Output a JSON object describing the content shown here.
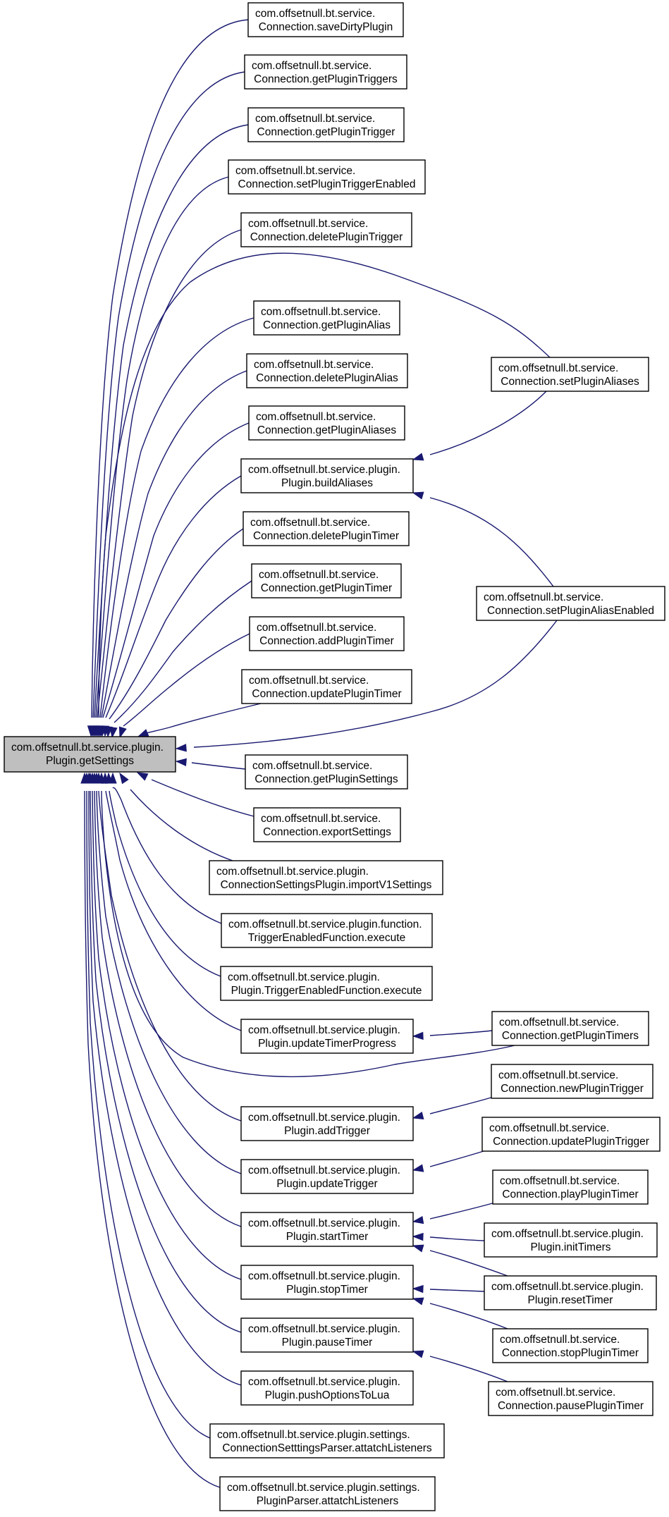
{
  "graph": {
    "root": {
      "id": "getSettings",
      "lines": [
        "com.offsetnull.bt.service.plugin.",
        "Plugin.getSettings"
      ]
    },
    "nodes": [
      {
        "id": "saveDirtyPlugin",
        "lines": [
          "com.offsetnull.bt.service.",
          "Connection.saveDirtyPlugin"
        ]
      },
      {
        "id": "getPluginTriggers",
        "lines": [
          "com.offsetnull.bt.service.",
          "Connection.getPluginTriggers"
        ]
      },
      {
        "id": "getPluginTrigger",
        "lines": [
          "com.offsetnull.bt.service.",
          "Connection.getPluginTrigger"
        ]
      },
      {
        "id": "setPluginTriggerEnabled",
        "lines": [
          "com.offsetnull.bt.service.",
          "Connection.setPluginTriggerEnabled"
        ]
      },
      {
        "id": "deletePluginTrigger",
        "lines": [
          "com.offsetnull.bt.service.",
          "Connection.deletePluginTrigger"
        ]
      },
      {
        "id": "getPluginAlias",
        "lines": [
          "com.offsetnull.bt.service.",
          "Connection.getPluginAlias"
        ]
      },
      {
        "id": "deletePluginAlias",
        "lines": [
          "com.offsetnull.bt.service.",
          "Connection.deletePluginAlias"
        ]
      },
      {
        "id": "getPluginAliases",
        "lines": [
          "com.offsetnull.bt.service.",
          "Connection.getPluginAliases"
        ]
      },
      {
        "id": "buildAliases",
        "lines": [
          "com.offsetnull.bt.service.plugin.",
          "Plugin.buildAliases"
        ]
      },
      {
        "id": "deletePluginTimer",
        "lines": [
          "com.offsetnull.bt.service.",
          "Connection.deletePluginTimer"
        ]
      },
      {
        "id": "getPluginTimer",
        "lines": [
          "com.offsetnull.bt.service.",
          "Connection.getPluginTimer"
        ]
      },
      {
        "id": "addPluginTimer",
        "lines": [
          "com.offsetnull.bt.service.",
          "Connection.addPluginTimer"
        ]
      },
      {
        "id": "updatePluginTimer",
        "lines": [
          "com.offsetnull.bt.service.",
          "Connection.updatePluginTimer"
        ]
      },
      {
        "id": "getPluginSettings",
        "lines": [
          "com.offsetnull.bt.service.",
          "Connection.getPluginSettings"
        ]
      },
      {
        "id": "exportSettings",
        "lines": [
          "com.offsetnull.bt.service.",
          "Connection.exportSettings"
        ]
      },
      {
        "id": "importV1Settings",
        "lines": [
          "com.offsetnull.bt.service.plugin.",
          "ConnectionSettingsPlugin.importV1Settings"
        ]
      },
      {
        "id": "triggerEnabledFunctionExecute",
        "lines": [
          "com.offsetnull.bt.service.plugin.function.",
          "TriggerEnabledFunction.execute"
        ]
      },
      {
        "id": "pluginTriggerEnabledFunctionExecute",
        "lines": [
          "com.offsetnull.bt.service.plugin.",
          "Plugin.TriggerEnabledFunction.execute"
        ]
      },
      {
        "id": "updateTimerProgress",
        "lines": [
          "com.offsetnull.bt.service.plugin.",
          "Plugin.updateTimerProgress"
        ]
      },
      {
        "id": "addTrigger",
        "lines": [
          "com.offsetnull.bt.service.plugin.",
          "Plugin.addTrigger"
        ]
      },
      {
        "id": "updateTrigger",
        "lines": [
          "com.offsetnull.bt.service.plugin.",
          "Plugin.updateTrigger"
        ]
      },
      {
        "id": "startTimer",
        "lines": [
          "com.offsetnull.bt.service.plugin.",
          "Plugin.startTimer"
        ]
      },
      {
        "id": "stopTimer",
        "lines": [
          "com.offsetnull.bt.service.plugin.",
          "Plugin.stopTimer"
        ]
      },
      {
        "id": "pauseTimer",
        "lines": [
          "com.offsetnull.bt.service.plugin.",
          "Plugin.pauseTimer"
        ]
      },
      {
        "id": "pushOptionsToLua",
        "lines": [
          "com.offsetnull.bt.service.plugin.",
          "Plugin.pushOptionsToLua"
        ]
      },
      {
        "id": "settingsParserAttatchListeners",
        "lines": [
          "com.offsetnull.bt.service.plugin.settings.",
          "ConnectionSetttingsParser.attatchListeners"
        ]
      },
      {
        "id": "pluginParserAttatchListeners",
        "lines": [
          "com.offsetnull.bt.service.plugin.settings.",
          "PluginParser.attatchListeners"
        ]
      },
      {
        "id": "setPluginAliases",
        "lines": [
          "com.offsetnull.bt.service.",
          "Connection.setPluginAliases"
        ]
      },
      {
        "id": "setPluginAliasEnabled",
        "lines": [
          "com.offsetnull.bt.service.",
          "Connection.setPluginAliasEnabled"
        ]
      },
      {
        "id": "getPluginTimers",
        "lines": [
          "com.offsetnull.bt.service.",
          "Connection.getPluginTimers"
        ]
      },
      {
        "id": "newPluginTrigger",
        "lines": [
          "com.offsetnull.bt.service.",
          "Connection.newPluginTrigger"
        ]
      },
      {
        "id": "updatePluginTrigger",
        "lines": [
          "com.offsetnull.bt.service.",
          "Connection.updatePluginTrigger"
        ]
      },
      {
        "id": "playPluginTimer",
        "lines": [
          "com.offsetnull.bt.service.",
          "Connection.playPluginTimer"
        ]
      },
      {
        "id": "initTimers",
        "lines": [
          "com.offsetnull.bt.service.plugin.",
          "Plugin.initTimers"
        ]
      },
      {
        "id": "resetTimer",
        "lines": [
          "com.offsetnull.bt.service.plugin.",
          "Plugin.resetTimer"
        ]
      },
      {
        "id": "stopPluginTimer",
        "lines": [
          "com.offsetnull.bt.service.",
          "Connection.stopPluginTimer"
        ]
      },
      {
        "id": "pausePluginTimer",
        "lines": [
          "com.offsetnull.bt.service.",
          "Connection.pausePluginTimer"
        ]
      }
    ],
    "edges": [
      {
        "from": "saveDirtyPlugin",
        "to": "getSettings"
      },
      {
        "from": "getPluginTriggers",
        "to": "getSettings"
      },
      {
        "from": "getPluginTrigger",
        "to": "getSettings"
      },
      {
        "from": "setPluginTriggerEnabled",
        "to": "getSettings"
      },
      {
        "from": "deletePluginTrigger",
        "to": "getSettings"
      },
      {
        "from": "setPluginAliases",
        "to": "getSettings"
      },
      {
        "from": "getPluginAlias",
        "to": "getSettings"
      },
      {
        "from": "deletePluginAlias",
        "to": "getSettings"
      },
      {
        "from": "getPluginAliases",
        "to": "getSettings"
      },
      {
        "from": "buildAliases",
        "to": "getSettings"
      },
      {
        "from": "deletePluginTimer",
        "to": "getSettings"
      },
      {
        "from": "getPluginTimer",
        "to": "getSettings"
      },
      {
        "from": "addPluginTimer",
        "to": "getSettings"
      },
      {
        "from": "updatePluginTimer",
        "to": "getSettings"
      },
      {
        "from": "setPluginAliasEnabled",
        "to": "getSettings"
      },
      {
        "from": "getPluginSettings",
        "to": "getSettings"
      },
      {
        "from": "exportSettings",
        "to": "getSettings"
      },
      {
        "from": "importV1Settings",
        "to": "getSettings"
      },
      {
        "from": "triggerEnabledFunctionExecute",
        "to": "getSettings"
      },
      {
        "from": "pluginTriggerEnabledFunctionExecute",
        "to": "getSettings"
      },
      {
        "from": "updateTimerProgress",
        "to": "getSettings"
      },
      {
        "from": "getPluginTimers",
        "to": "getSettings"
      },
      {
        "from": "addTrigger",
        "to": "getSettings"
      },
      {
        "from": "updateTrigger",
        "to": "getSettings"
      },
      {
        "from": "startTimer",
        "to": "getSettings"
      },
      {
        "from": "stopTimer",
        "to": "getSettings"
      },
      {
        "from": "pauseTimer",
        "to": "getSettings"
      },
      {
        "from": "pushOptionsToLua",
        "to": "getSettings"
      },
      {
        "from": "settingsParserAttatchListeners",
        "to": "getSettings"
      },
      {
        "from": "pluginParserAttatchListeners",
        "to": "getSettings"
      },
      {
        "from": "setPluginAliases",
        "to": "buildAliases"
      },
      {
        "from": "setPluginAliasEnabled",
        "to": "buildAliases"
      },
      {
        "from": "getPluginTimers",
        "to": "updateTimerProgress"
      },
      {
        "from": "newPluginTrigger",
        "to": "addTrigger"
      },
      {
        "from": "updatePluginTrigger",
        "to": "updateTrigger"
      },
      {
        "from": "playPluginTimer",
        "to": "startTimer"
      },
      {
        "from": "initTimers",
        "to": "startTimer"
      },
      {
        "from": "resetTimer",
        "to": "startTimer"
      },
      {
        "from": "resetTimer",
        "to": "stopTimer"
      },
      {
        "from": "stopPluginTimer",
        "to": "stopTimer"
      },
      {
        "from": "pausePluginTimer",
        "to": "pauseTimer"
      }
    ]
  }
}
